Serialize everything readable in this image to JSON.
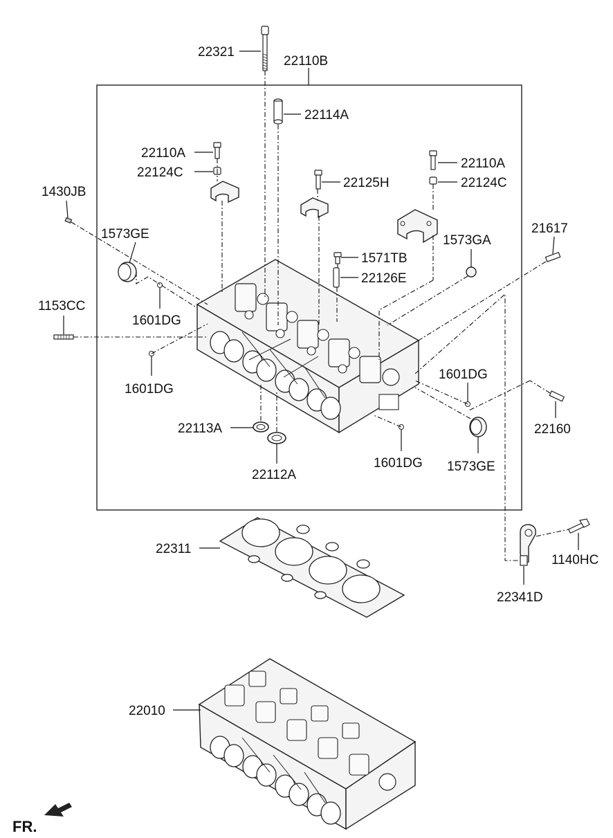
{
  "labels": {
    "p22321": "22321",
    "p22110B": "22110B",
    "p22114A": "22114A",
    "p22110A_left": "22110A",
    "p22124C_left": "22124C",
    "p22110A_right": "22110A",
    "p22124C_right": "22124C",
    "p22125H": "22125H",
    "p1430JB": "1430JB",
    "p1573GE_left": "1573GE",
    "p1573GE_right": "1573GE",
    "p1571TB": "1571TB",
    "p1573GA": "1573GA",
    "p22126E": "22126E",
    "p21617": "21617",
    "p1153CC": "1153CC",
    "p1601DG_1": "1601DG",
    "p1601DG_2": "1601DG",
    "p1601DG_3": "1601DG",
    "p1601DG_4": "1601DG",
    "p22160": "22160",
    "p22113A": "22113A",
    "p22112A": "22112A",
    "p22311": "22311",
    "p1140HC": "1140HC",
    "p22341D": "22341D",
    "p22010": "22010"
  },
  "direction_marker": "FR."
}
